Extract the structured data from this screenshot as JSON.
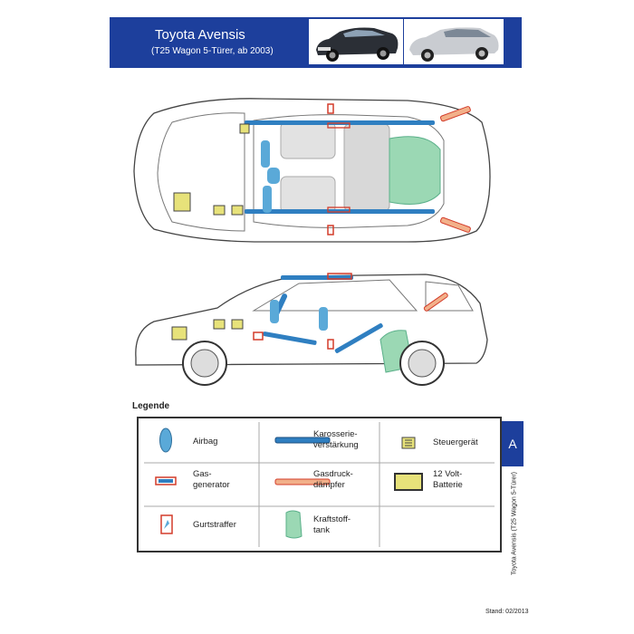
{
  "header": {
    "title": "Toyota Avensis",
    "subtitle": "(T25 Wagon 5-Türer, ab 2003)"
  },
  "legend": {
    "title": "Legende",
    "items": {
      "airbag": "Airbag",
      "gas_generator": "Gas-\ngenerator",
      "belt_tensioner": "Gurtstraffer",
      "body_reinforcement": "Karosserie-\nverstärkung",
      "gas_strut": "Gasdruck-\ndämpfer",
      "fuel_tank": "Kraftstoff-\ntank",
      "control_unit": "Steuergerät",
      "battery": "12 Volt-\nBatterie"
    }
  },
  "tab": {
    "letter": "A"
  },
  "side_note": "Toyota Avensis (T25 Wagon 5-Türer)",
  "footer": {
    "stand": "Stand: 02/2013"
  },
  "colors": {
    "header_blue": "#1d3f9c",
    "airbag_blue": "#5aa9d8",
    "reinforcement_blue": "#2f7fc1",
    "red_outline": "#d33c2a",
    "strut_salmon": "#f2b08a",
    "fuel_green": "#9bd8b4",
    "control_yellow": "#e7e27a"
  }
}
